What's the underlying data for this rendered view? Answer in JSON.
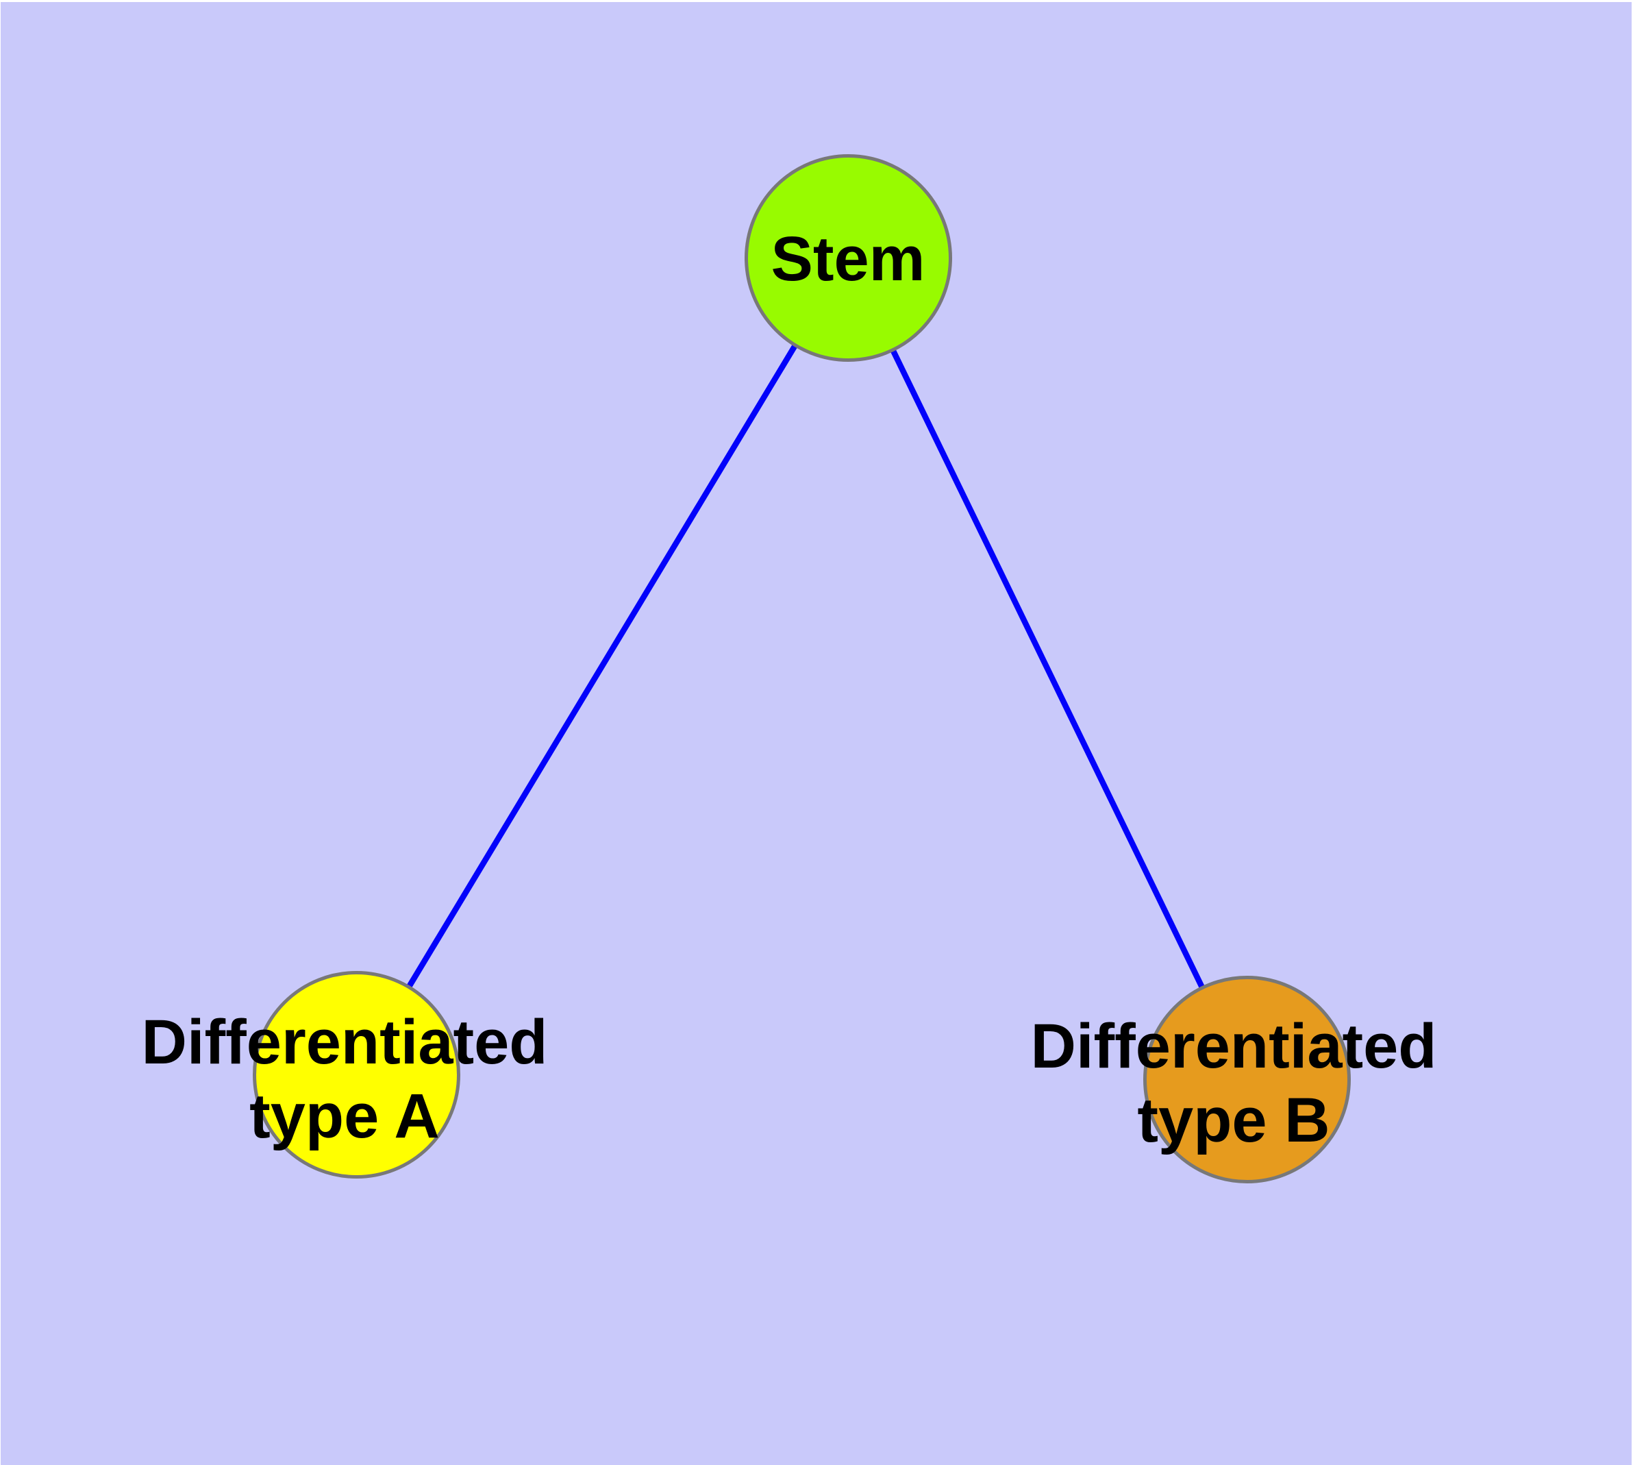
{
  "diagram": {
    "type": "node-link-graph",
    "colors": {
      "background": "#C9C9FA",
      "page_margin": "#FFFFFF",
      "edge": "#0202FA",
      "node_border": "#787878",
      "label_text": "#000000"
    },
    "nodes": [
      {
        "id": "stem",
        "label": "Stem",
        "fill_color": "#98FB00"
      },
      {
        "id": "differentiated-type-a",
        "label": "Differentiated type A",
        "label_lines": [
          "Differentiated",
          "type A"
        ],
        "fill_color": "#FFFF00"
      },
      {
        "id": "differentiated-type-b",
        "label": "Differentiated type B",
        "label_lines": [
          "Differentiated",
          "type B"
        ],
        "fill_color": "#E69B1E"
      }
    ],
    "edges": [
      {
        "from": "Stem",
        "to": "Differentiated type A"
      },
      {
        "from": "Stem",
        "to": "Differentiated type B"
      }
    ]
  }
}
